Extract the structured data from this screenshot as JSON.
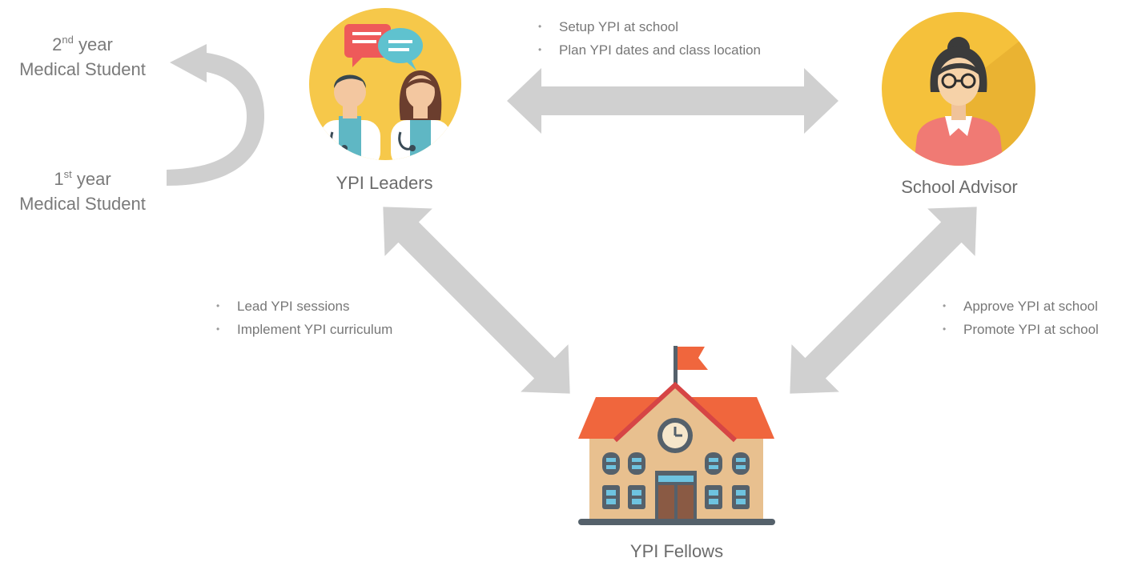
{
  "nodes": {
    "leaders": {
      "label": "YPI Leaders"
    },
    "advisor": {
      "label": "School Advisor"
    },
    "fellows": {
      "label": "YPI Fellows"
    }
  },
  "years": {
    "second": {
      "ordinal": "2",
      "suffix": "nd",
      "word": "year",
      "line2": "Medical Student"
    },
    "first": {
      "ordinal": "1",
      "suffix": "st",
      "word": "year",
      "line2": "Medical Student"
    }
  },
  "top_bullets": [
    "Setup  YPI at school",
    "Plan YPI dates and class location"
  ],
  "left_bullets": [
    "Lead YPI sessions",
    "Implement  YPI curriculum"
  ],
  "right_bullets": [
    "Approve YPI at school",
    "Promote  YPI at school"
  ],
  "colors": {
    "arrow": "#d0d0d0",
    "curve_arrow": "#c8c8c8",
    "leaders_bg": "#f6c84a",
    "advisor_bg": "#f5c13b",
    "roof": "#f0663d",
    "wall": "#e8c08f"
  }
}
